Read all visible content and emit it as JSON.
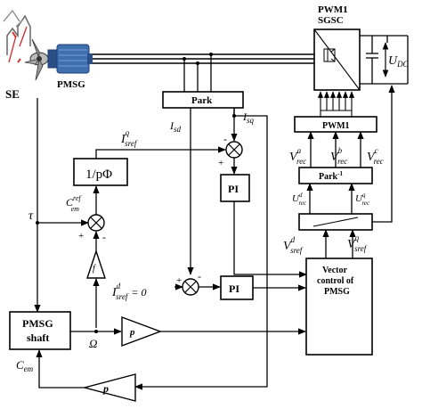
{
  "colors": {
    "motor_blue": "#3f6fae",
    "motor_dark": "#1f3f73",
    "line": "#000000"
  },
  "labels": {
    "se": "SE",
    "pmsg": "PMSG",
    "pwm1_top": "PWM1",
    "sgsc": "SGSC",
    "udc_main": "U",
    "udc_sub": "DC",
    "park": "Park",
    "pwm1_mid": "PWM1",
    "park_inv_main": "Park",
    "park_inv_sup": "-1",
    "pi_upper": "PI",
    "pi_lower": "PI",
    "vc_line1": "Vector",
    "vc_line2": "control of",
    "vc_line3": "PMSG",
    "shaft_line1": "PMSG",
    "shaft_line2": "shaft",
    "gain_upper": "p",
    "gain_lower": "p",
    "flux_block": "1/pΦ",
    "tau": "τ",
    "omega": "Ω",
    "cem": "C",
    "cem_sub": "em",
    "cem_ref": "C",
    "cem_ref_sub": "em",
    "cem_ref_sup": "ref",
    "isd": "I",
    "isd_sub": "sd",
    "isq": "I",
    "isq_sub": "sq",
    "isref_q": "I",
    "isref_q_sup": "q",
    "isref_q_sub": "sref",
    "isref_d": "I",
    "isref_d_sup": "d",
    "isref_d_sub": "sref",
    "isref_d_eq": "= 0",
    "vrec_a": "V",
    "vrec_a_sup": "a",
    "vrec_a_sub": "rec",
    "vrec_b": "V",
    "vrec_b_sup": "b",
    "vrec_b_sub": "rec",
    "vrec_c": "V",
    "vrec_c_sup": "c",
    "vrec_c_sub": "rec",
    "urec_d": "U",
    "urec_d_sup": "d",
    "urec_d_sub": "rec",
    "urec_q": "U",
    "urec_q_sup": "q",
    "urec_q_sub": "rec",
    "vsref_d": "V",
    "vsref_d_sup": "d",
    "vsref_d_sub": "sref",
    "vsref_q": "V",
    "vsref_q_sup": "q",
    "vsref_q_sub": "sref",
    "plus": "+",
    "minus": "-"
  }
}
